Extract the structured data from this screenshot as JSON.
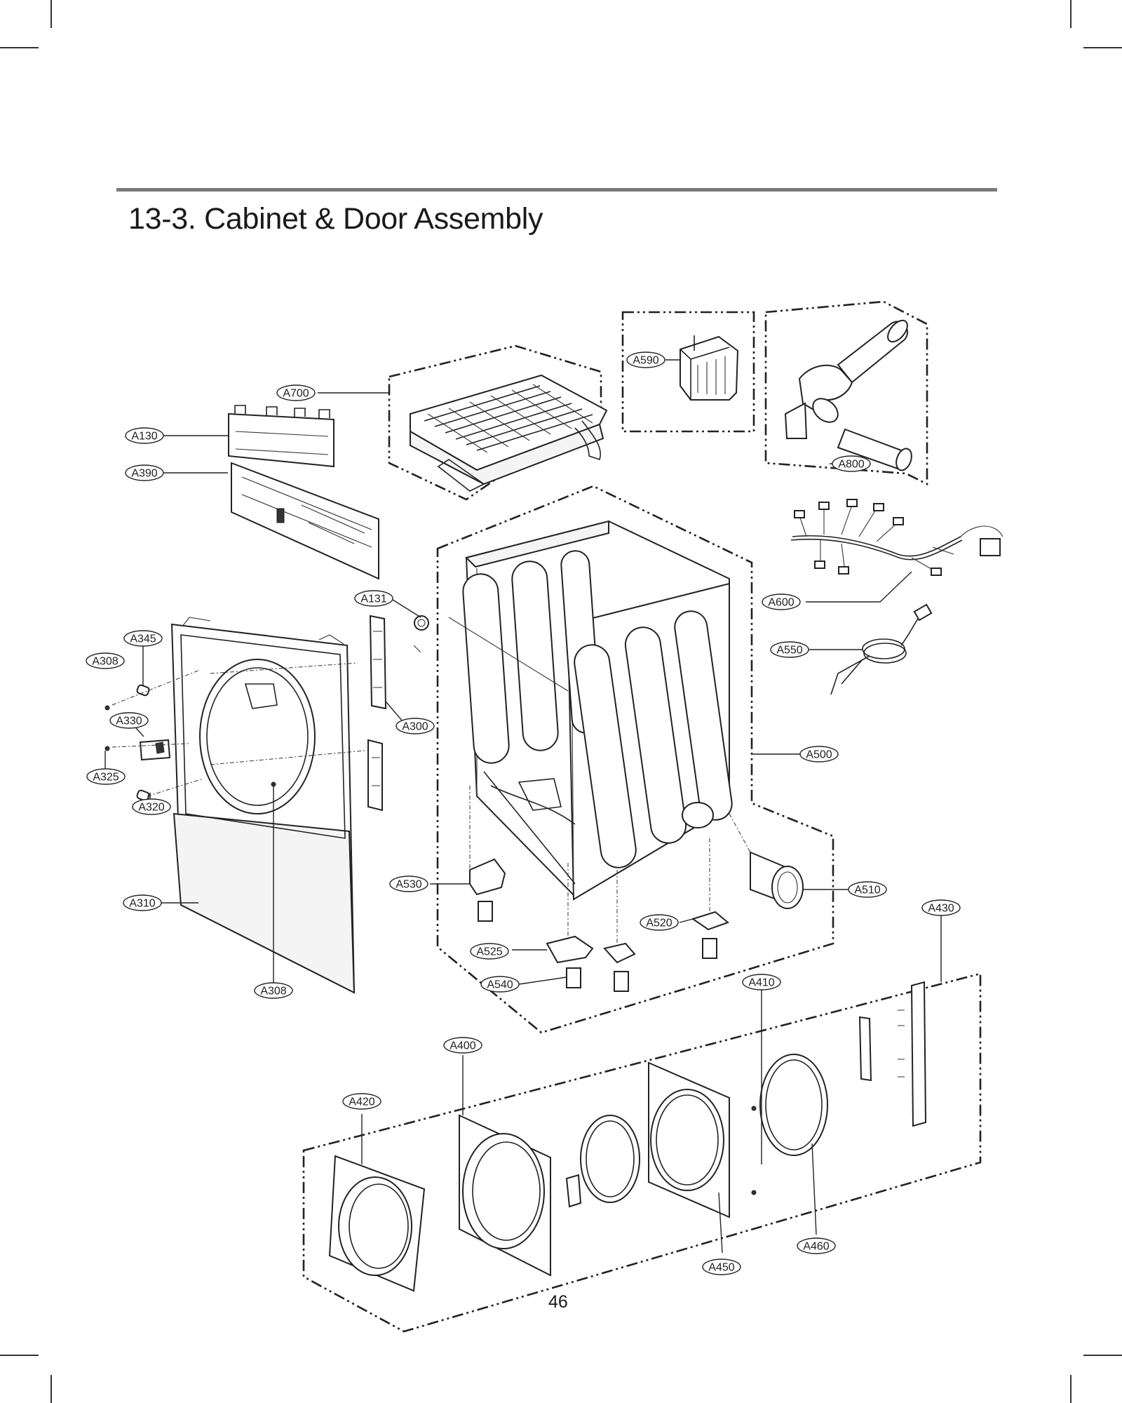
{
  "page": {
    "title": "13-3. Cabinet & Door Assembly",
    "page_number": "46"
  },
  "parts": [
    {
      "id": "A700",
      "label": "A700"
    },
    {
      "id": "A590",
      "label": "A590"
    },
    {
      "id": "A800",
      "label": "A800"
    },
    {
      "id": "A130",
      "label": "A130"
    },
    {
      "id": "A390",
      "label": "A390"
    },
    {
      "id": "A131",
      "label": "A131"
    },
    {
      "id": "A600",
      "label": "A600"
    },
    {
      "id": "A550",
      "label": "A550"
    },
    {
      "id": "A345",
      "label": "A345"
    },
    {
      "id": "A308-top",
      "label": "A308"
    },
    {
      "id": "A300",
      "label": "A300"
    },
    {
      "id": "A330",
      "label": "A330"
    },
    {
      "id": "A500",
      "label": "A500"
    },
    {
      "id": "A325",
      "label": "A325"
    },
    {
      "id": "A320",
      "label": "A320"
    },
    {
      "id": "A530",
      "label": "A530"
    },
    {
      "id": "A510",
      "label": "A510"
    },
    {
      "id": "A310",
      "label": "A310"
    },
    {
      "id": "A430",
      "label": "A430"
    },
    {
      "id": "A520",
      "label": "A520"
    },
    {
      "id": "A525",
      "label": "A525"
    },
    {
      "id": "A540",
      "label": "A540"
    },
    {
      "id": "A410",
      "label": "A410"
    },
    {
      "id": "A308-bottom",
      "label": "A308"
    },
    {
      "id": "A400",
      "label": "A400"
    },
    {
      "id": "A420",
      "label": "A420"
    },
    {
      "id": "A460",
      "label": "A460"
    },
    {
      "id": "A450",
      "label": "A450"
    }
  ]
}
